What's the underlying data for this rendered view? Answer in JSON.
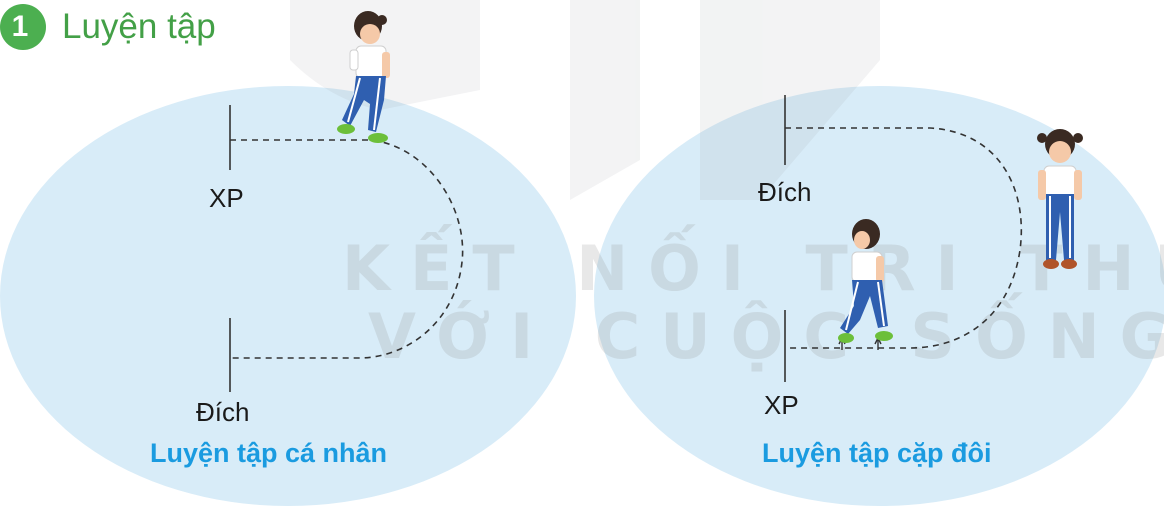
{
  "header": {
    "number": "1",
    "title": "Luyện tập"
  },
  "watermark": {
    "line1": "KẾT NỐI TRI THỨC",
    "line2": "VỚI CUỘC SỐNG"
  },
  "left_panel": {
    "start_label": "XP",
    "finish_label": "Đích",
    "caption": "Luyện tập cá nhân"
  },
  "right_panel": {
    "finish_label": "Đích",
    "start_label": "XP",
    "caption": "Luyện tập cặp đôi"
  },
  "colors": {
    "badge": "#4caf50",
    "title": "#43a047",
    "ellipse": "#d8ecf8",
    "caption": "#1a9be0"
  }
}
